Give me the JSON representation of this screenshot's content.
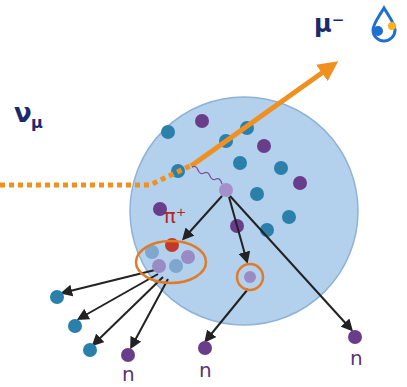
{
  "diagram": {
    "nodes": [
      {
        "text": [
          "π⁺"
        ]
      }
    ],
    "labels": [
      "ν",
      "μ",
      "μ⁻",
      "n",
      "n",
      "n"
    ]
  }
}
